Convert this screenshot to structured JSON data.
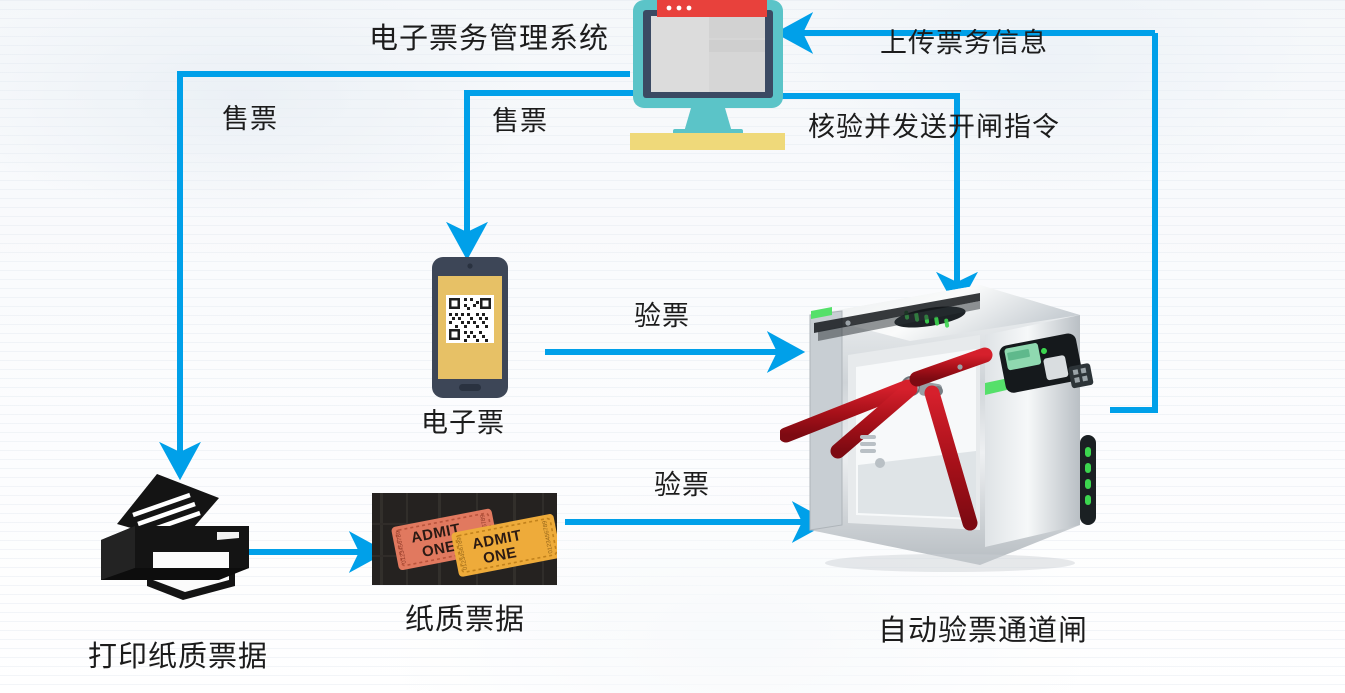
{
  "diagram": {
    "title_label": "电子票务管理系统",
    "nodes": [
      {
        "id": "system",
        "icon": "desktop-monitor-icon",
        "label": "电子票务管理系统"
      },
      {
        "id": "eticket",
        "icon": "smartphone-qr-icon",
        "label": "电子票"
      },
      {
        "id": "printer",
        "icon": "printer-icon",
        "label": "打印纸质票据"
      },
      {
        "id": "paper",
        "icon": "admit-one-tickets-icon",
        "label": "纸质票据"
      },
      {
        "id": "gate",
        "icon": "tripod-turnstile-icon",
        "label": "自动验票通道闸"
      }
    ],
    "edges": [
      {
        "id": "sell-paper",
        "label": "售票",
        "from": "system",
        "to": "printer"
      },
      {
        "id": "sell-eticket",
        "label": "售票",
        "from": "system",
        "to": "eticket"
      },
      {
        "id": "upload",
        "label": "上传票务信息",
        "from": "gate",
        "to": "system"
      },
      {
        "id": "verify-cmd",
        "label": "核验并发送开闸指令",
        "from": "system",
        "to": "gate"
      },
      {
        "id": "check-e",
        "label": "验票",
        "from": "eticket",
        "to": "gate"
      },
      {
        "id": "check-paper",
        "label": "验票",
        "from": "paper",
        "to": "gate"
      },
      {
        "id": "print-out",
        "label": "",
        "from": "printer",
        "to": "paper"
      }
    ],
    "ticket_face_text_line1": "ADMIT",
    "ticket_face_text_line2": "ONE",
    "colors": {
      "arrow": "#00a0e9",
      "text": "#1c1c1c",
      "monitor_body": "#5bc4c8",
      "monitor_bezel": "#3b4a63",
      "monitor_titlebar": "#e8413c",
      "monitor_screen": "#d6d6d6",
      "monitor_base": "#efd97a",
      "phone_body": "#3d4657",
      "phone_screen": "#e7c166",
      "printer": "#141414",
      "gate_led": "#55e06a",
      "gate_arm": "#b4131e",
      "ticket_red": "#e1795f",
      "ticket_yellow": "#eeab3a"
    }
  }
}
